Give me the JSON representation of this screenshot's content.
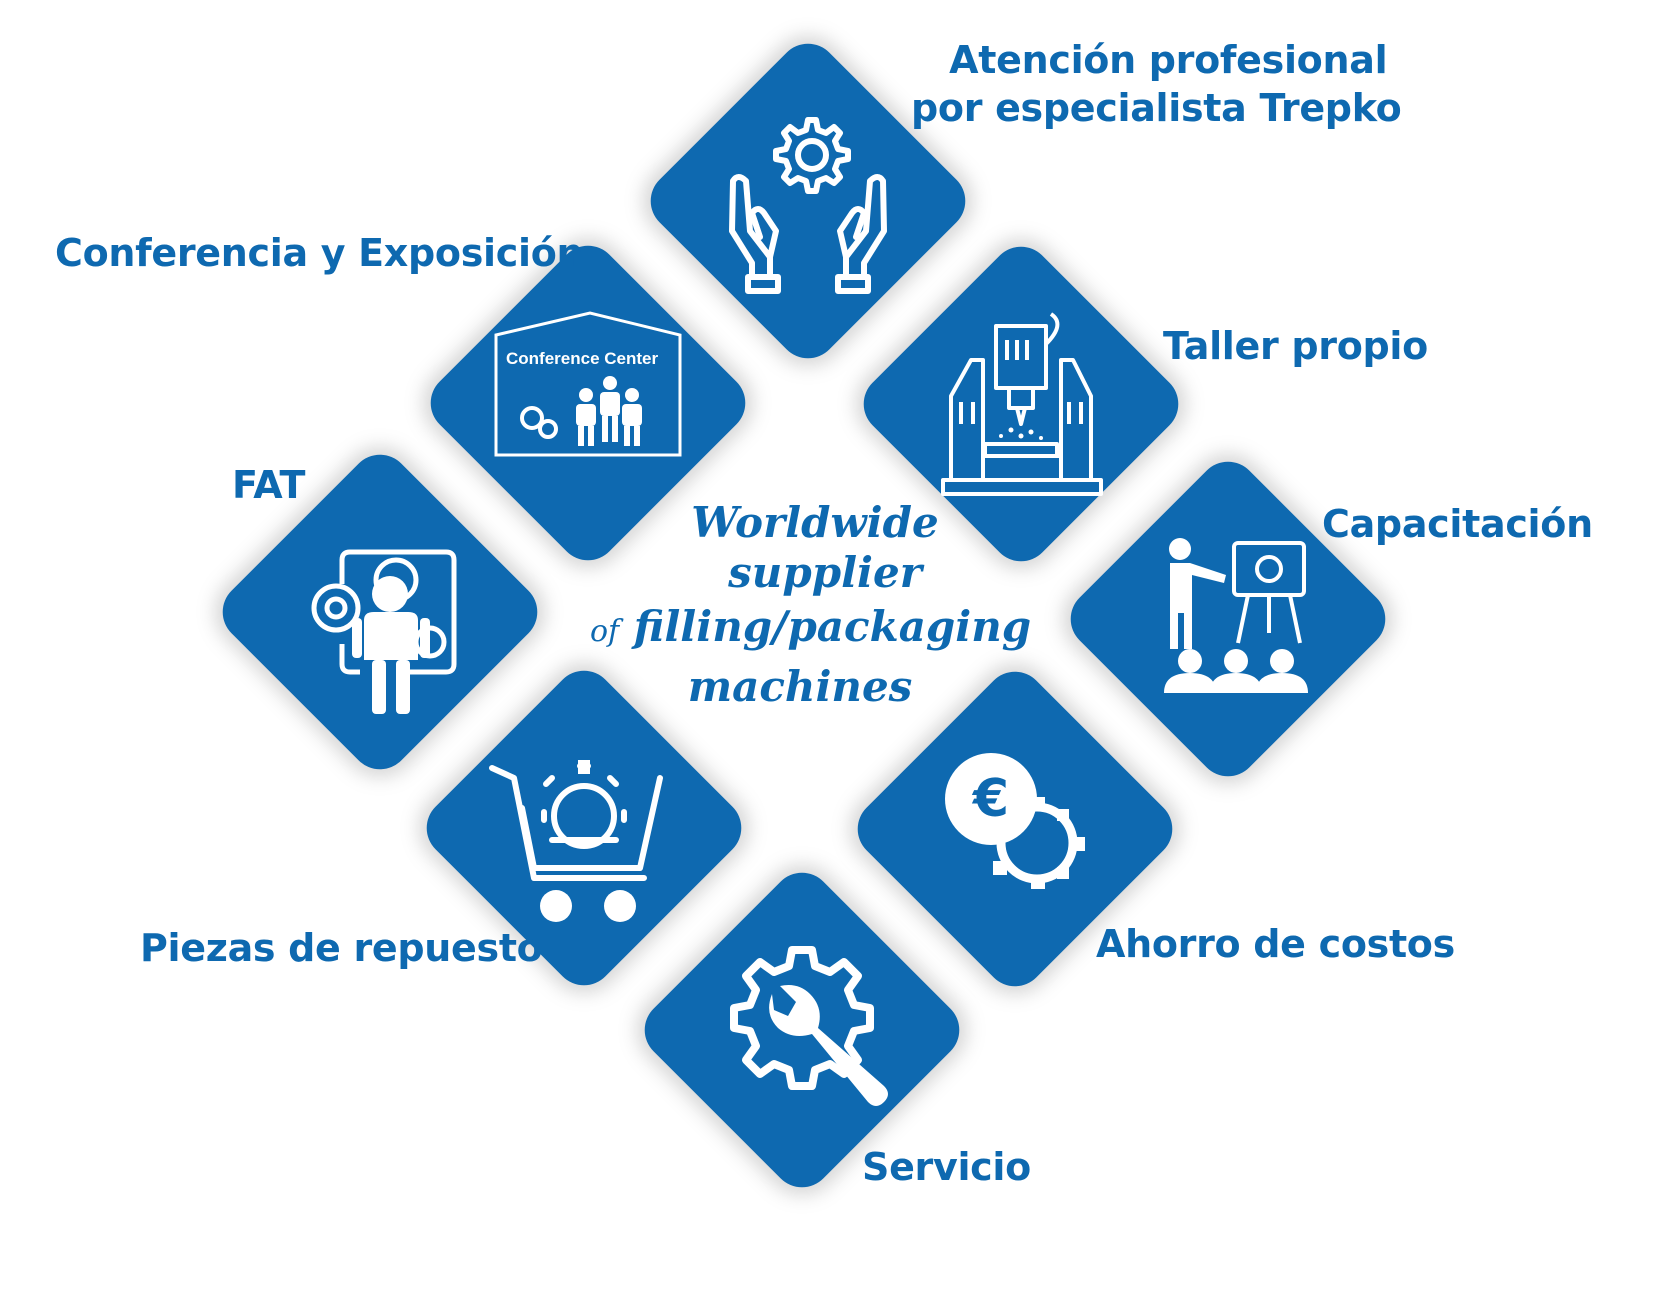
{
  "colors": {
    "brand_blue": "#0e69b0",
    "icon_white": "#ffffff"
  },
  "center_text": {
    "line1": "Worldwide",
    "line2": "supplier",
    "line3_of": "of",
    "line3": "filling/packaging",
    "line4": "machines"
  },
  "services": [
    {
      "label_line1": "Atención profesional",
      "label_line2": "por especialista Trepko",
      "icon": "hands-gear-icon"
    },
    {
      "label": "Conferencia y Exposición",
      "icon": "conference-center-icon",
      "icon_text": "Conference Center"
    },
    {
      "label": "Taller propio",
      "icon": "cnc-machine-icon"
    },
    {
      "label": "FAT",
      "icon": "worker-gears-icon"
    },
    {
      "label": "Capacitación",
      "icon": "trainer-presentation-icon"
    },
    {
      "label": "Piezas de repuesto",
      "icon": "cart-gear-wrench-icon"
    },
    {
      "label": "Ahorro de costos",
      "icon": "euro-gear-icon"
    },
    {
      "label": "Servicio",
      "icon": "gear-wrench-icon"
    }
  ]
}
